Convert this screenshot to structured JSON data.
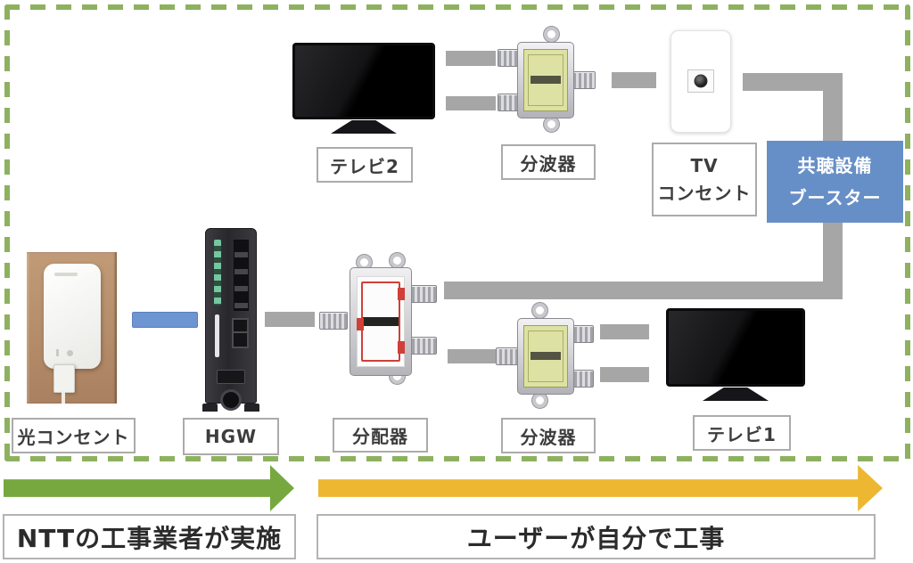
{
  "diagram": {
    "devices": {
      "tv2": {
        "label": "テレビ2"
      },
      "splitter_top": {
        "label": "分波器"
      },
      "tv_outlet": {
        "line1": "TV",
        "line2": "コンセント"
      },
      "booster": {
        "line1": "共聴設備",
        "line2": "ブースター"
      },
      "optical_outlet": {
        "label": "光コンセント"
      },
      "hgw": {
        "label": "HGW"
      },
      "distributor": {
        "label": "分配器"
      },
      "splitter_bottom": {
        "label": "分波器"
      },
      "tv1": {
        "label": "テレビ1"
      }
    },
    "captions": {
      "ntt": "NTTの工事業者が実施",
      "user": "ユーザーが自分で工事"
    },
    "colors": {
      "dashed_border_green": "#8DB15F",
      "arrow_green": "#76A83F",
      "arrow_yellow": "#EDB732",
      "connector_gray": "#A6A6A6",
      "connector_blue": "#6D95D1",
      "booster_blue": "#678FC7"
    }
  }
}
